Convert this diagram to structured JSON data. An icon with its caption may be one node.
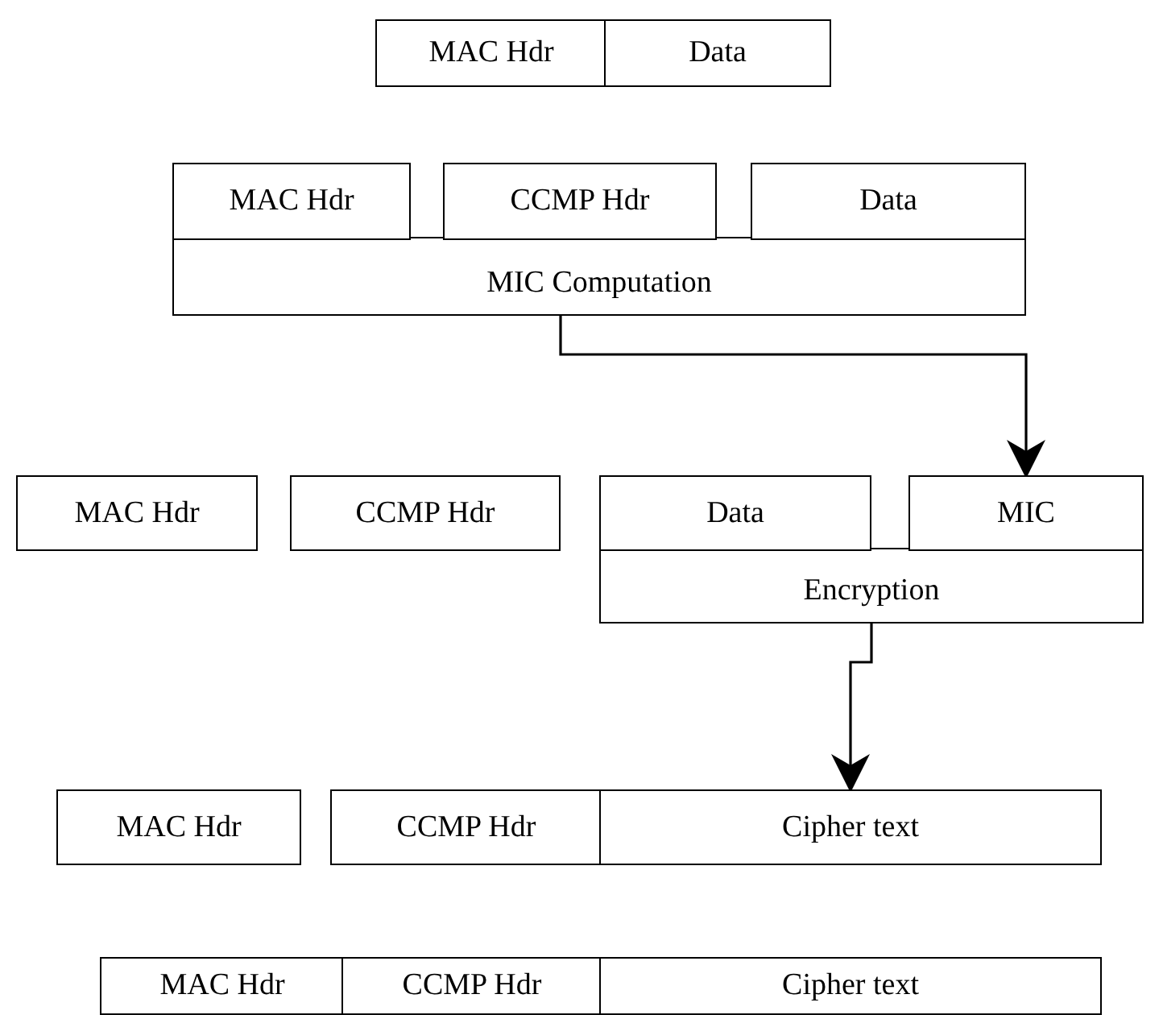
{
  "diagram": {
    "nodes": [
      {
        "text": [
          "MAC Hdr"
        ]
      },
      {
        "text": [
          "Data"
        ]
      },
      {
        "text": [
          "MAC Hdr"
        ]
      },
      {
        "text": [
          "CCMP Hdr"
        ]
      },
      {
        "text": [
          "Data"
        ]
      },
      {
        "text": [
          "MIC Computation"
        ]
      },
      {
        "text": [
          "MAC Hdr"
        ]
      },
      {
        "text": [
          "CCMP Hdr"
        ]
      },
      {
        "text": [
          "Data"
        ]
      },
      {
        "text": [
          "MIC"
        ]
      },
      {
        "text": [
          "Encryption"
        ]
      },
      {
        "text": [
          "MAC Hdr"
        ]
      },
      {
        "text": [
          "CCMP Hdr"
        ]
      },
      {
        "text": [
          "Cipher text"
        ]
      },
      {
        "text": [
          "MAC Hdr"
        ]
      },
      {
        "text": [
          "CCMP Hdr"
        ]
      },
      {
        "text": [
          "Cipher text"
        ]
      }
    ],
    "edges": [
      {
        "from": 5,
        "to": 9,
        "arrow": "to"
      },
      {
        "from": 10,
        "to": 13,
        "arrow": "to"
      }
    ]
  }
}
